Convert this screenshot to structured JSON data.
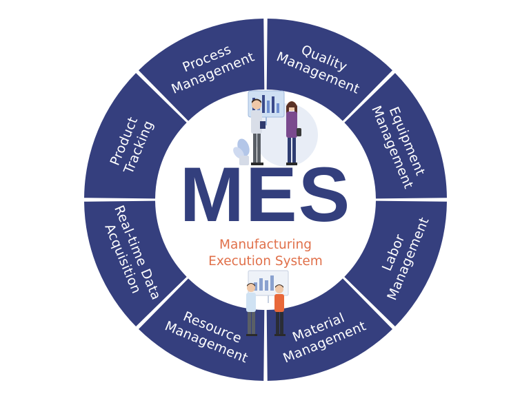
{
  "center": {
    "title": "MES",
    "subtitle_lines": [
      "Manufacturing",
      "Execution System"
    ]
  },
  "segments": [
    {
      "lines": [
        "Quality",
        "Management"
      ]
    },
    {
      "lines": [
        "Equipment",
        "Management"
      ]
    },
    {
      "lines": [
        "Labor",
        "Management"
      ]
    },
    {
      "lines": [
        "Material",
        "Management"
      ]
    },
    {
      "lines": [
        "Resource",
        "Management"
      ]
    },
    {
      "lines": [
        "Real-time Data",
        "Acquisition"
      ]
    },
    {
      "lines": [
        "Product",
        "Tracking"
      ]
    },
    {
      "lines": [
        "Process",
        "Management"
      ]
    }
  ],
  "colors": {
    "ring": "#353f7e",
    "title": "#333f7d",
    "subtitle": "#e0704a",
    "background": "#ffffff"
  },
  "illustrations": [
    {
      "name": "team-with-dashboard-board-illustration"
    },
    {
      "name": "team-with-presentation-board-illustration"
    }
  ]
}
